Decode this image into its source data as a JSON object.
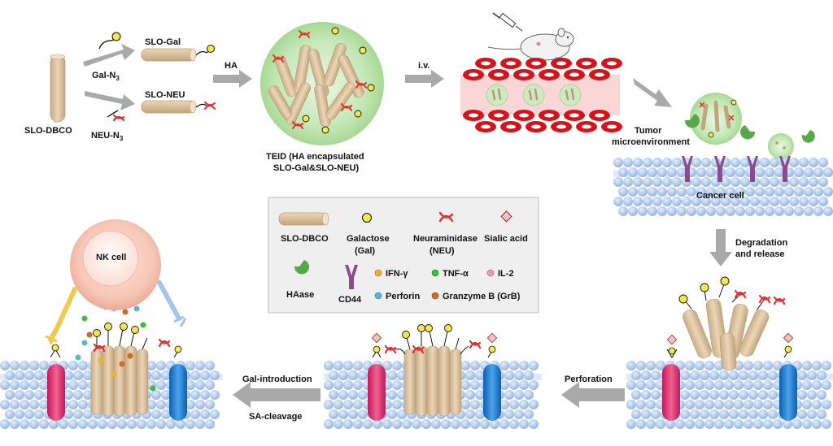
{
  "labels": {
    "slo_dbco": "SLO-DBCO",
    "gal_n3": "Gal-N",
    "neu_n3": "NEU-N",
    "sub3": "3",
    "slo_gal": "SLO-Gal",
    "slo_neu": "SLO-NEU",
    "ha": "HA",
    "teid_line1": "TEID (HA encapsulated",
    "teid_line2": "SLO-Gal&SLO-NEU)",
    "iv": "i.v.",
    "tumor_line1": "Tumor",
    "tumor_line2": "microenvironment",
    "cancer_cell": "Cancer cell",
    "degradation_line1": "Degradation",
    "degradation_line2": "and release",
    "perforation": "Perforation",
    "gal_introduction": "Gal-introduction",
    "sa_cleavage": "SA-cleavage",
    "nk_cell": "NK cell"
  },
  "legend": {
    "slo_dbco": "SLO-DBCO",
    "galactose_line1": "Galactose",
    "galactose_line2": "(Gal)",
    "neuraminidase_line1": "Neuraminidase",
    "neuraminidase_line2": "(NEU)",
    "sialic_acid": "Sialic acid",
    "haase": "HAase",
    "cd44": "CD44",
    "ifn": "IFN-γ",
    "tnf": "TNF-α",
    "il2": "IL-2",
    "perforin": "Perforin",
    "granzyme": "Granzyme B (GrB)"
  },
  "colors": {
    "rod": "#dcc3a0",
    "rod_dark": "#b89b76",
    "galactose": "#f2e84a",
    "neu": "#e03030",
    "ha_sphere": "#bfe6b0",
    "haase": "#5aa64a",
    "cd44": "#8a4c8c",
    "membrane": "#9bbbe6",
    "blood": "#fbd6d6",
    "rbc": "#d4141a",
    "arrow": "#a9a9a9",
    "nk_cell": "#f7c6b6",
    "ifn": "#e8b62c",
    "tnf": "#3bbf3b",
    "il2": "#e5a0b0",
    "perforin": "#56b6d0",
    "granzyme": "#d06a2a",
    "sialic": "#f4c4c4",
    "legend_bg": "#efefef"
  }
}
